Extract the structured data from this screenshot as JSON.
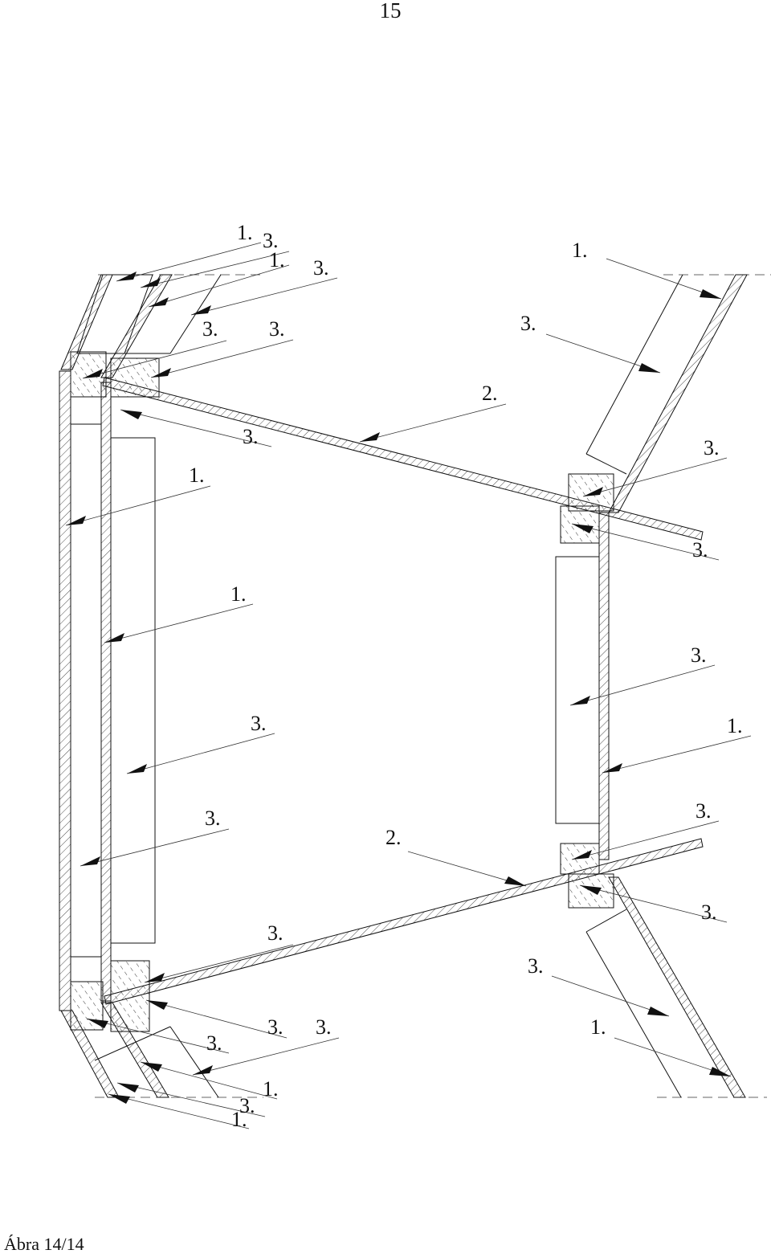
{
  "page": {
    "number": "15"
  },
  "caption": "Ábra 14/14",
  "labels": {
    "tl_1a": "1.",
    "tl_3a": "3.",
    "tl_1b": "1.",
    "tl_3b": "3.",
    "tl_3c": "3.",
    "tl_3d": "3.",
    "l_3e": "3.",
    "l_1f": "1.",
    "l_1g": "1.",
    "l_3h": "3.",
    "l_3i": "3.",
    "l_3j": "3.",
    "bl_3k": "3.",
    "bl_3l": "3.",
    "bl_3m": "3.",
    "bl_1n": "1.",
    "bl_3o": "3.",
    "bl_1p": "1.",
    "c_2a": "2.",
    "c_2b": "2.",
    "tr_1a": "1.",
    "tr_3a": "3.",
    "r_3b": "3.",
    "r_3c": "3.",
    "r_3d": "3.",
    "r_1e": "1.",
    "r_3f": "3.",
    "r_3g": "3.",
    "br_3h": "3.",
    "br_1i": "1."
  }
}
